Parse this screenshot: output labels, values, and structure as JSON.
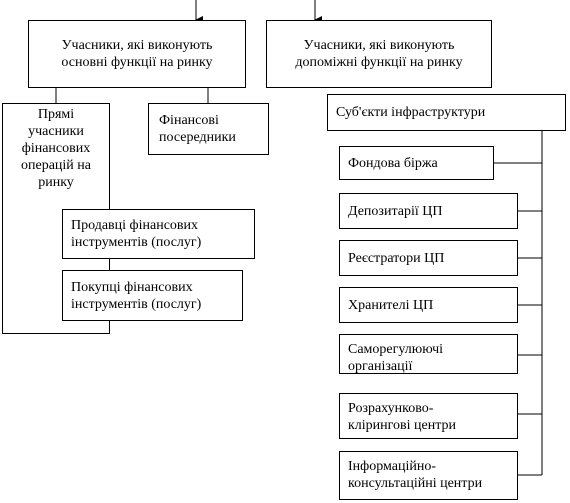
{
  "main": {
    "text": [
      "Учасники, які виконують",
      "основні функції  на ринку"
    ]
  },
  "aux": {
    "text": [
      "Учасники, які виконують",
      "допоміжні функції  на ринку"
    ]
  },
  "direct": {
    "text": [
      "Прямі",
      "учасники",
      "фінансових",
      "операцій на",
      "ринку"
    ]
  },
  "intermediaries": {
    "text": [
      "Фінансові",
      "посередники"
    ]
  },
  "sellers": {
    "text": [
      "Продавці фінансових",
      "інструментів  (послуг)"
    ]
  },
  "buyers": {
    "text": [
      "Покупці фінансових",
      "інструментів  (послуг)"
    ]
  },
  "infra": {
    "title": "Суб'єкти інфраструктури",
    "items": [
      [
        "Фондова біржа"
      ],
      [
        "Депозитарії ЦП"
      ],
      [
        "Реєстратори ЦП"
      ],
      [
        "Хранителі ЦП"
      ],
      [
        "Саморегулюючі",
        "організації"
      ],
      [
        "Розрахунково-",
        "клірингові  центри"
      ],
      [
        "Інформаційно-",
        "консультаційні  центри"
      ]
    ]
  }
}
